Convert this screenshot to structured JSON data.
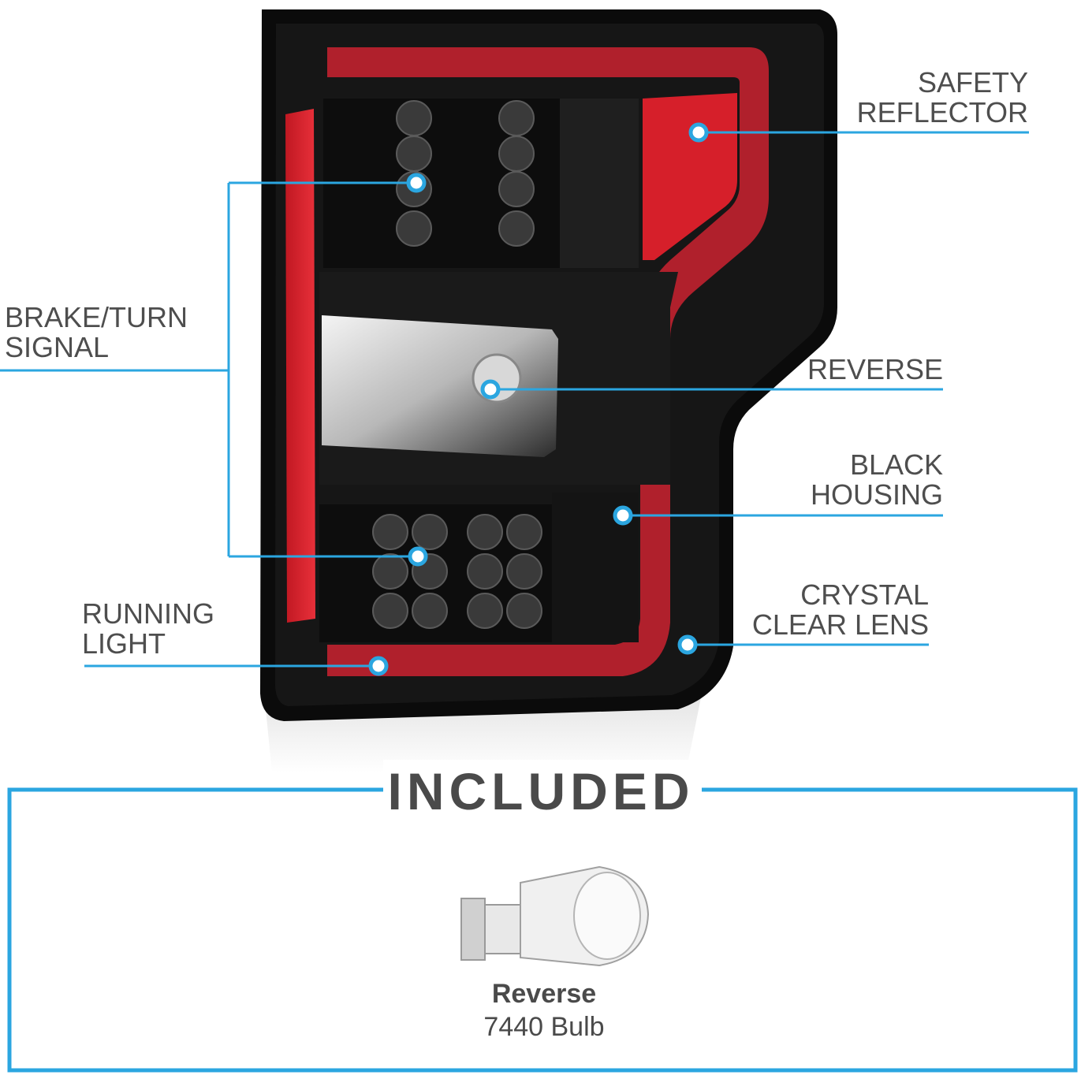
{
  "colors": {
    "accent": "#2ba6e0",
    "housing": "#111111",
    "red_bar": "#b0202c",
    "label_text": "#4e4e4e"
  },
  "callouts": {
    "safety_reflector": [
      "SAFETY",
      "REFLECTOR"
    ],
    "brake_turn_signal": [
      "BRAKE/TURN",
      "SIGNAL"
    ],
    "reverse": [
      "REVERSE"
    ],
    "black_housing": [
      "BLACK",
      "HOUSING"
    ],
    "crystal_clear_lens": [
      "CRYSTAL",
      "CLEAR LENS"
    ],
    "running_light": [
      "RUNNING",
      "LIGHT"
    ]
  },
  "included": {
    "title": "INCLUDED",
    "bulb_name": "Reverse",
    "bulb_size": "7440 Bulb"
  },
  "icons": [
    "tail-light-image",
    "bulb-image",
    "callout-dot-icon"
  ]
}
